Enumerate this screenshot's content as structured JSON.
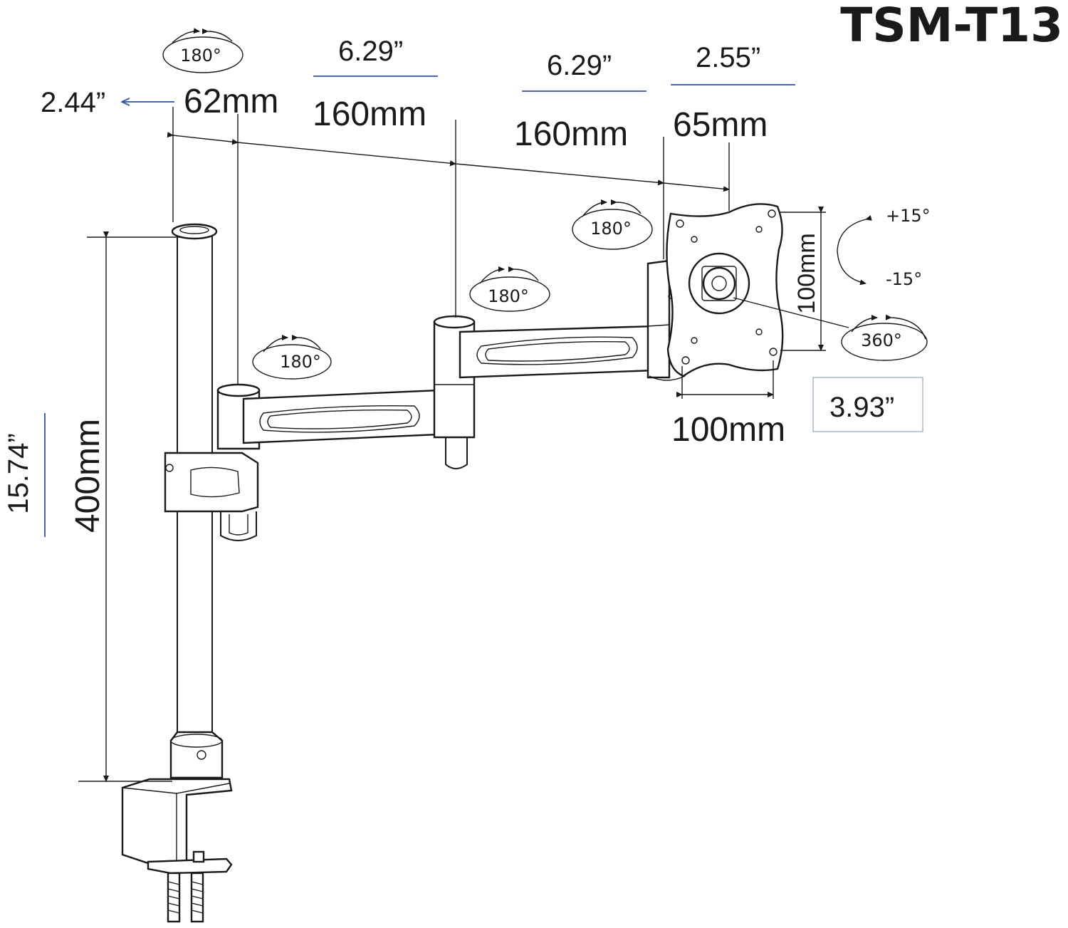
{
  "model": "TSM-T13",
  "dimensions": {
    "pole_offset_inch": "2.44”",
    "pole_offset_mm": "62mm",
    "arm1_inch": "6.29”",
    "arm1_mm": "160mm",
    "arm2_inch": "6.29”",
    "arm2_mm": "160mm",
    "head_inch": "2.55”",
    "head_mm": "65mm",
    "pole_height_inch": "15.74”",
    "pole_height_mm": "400mm",
    "vesa_width_mm": "100mm",
    "vesa_width_inch": "3.93”",
    "vesa_height_mm": "100mm"
  },
  "rotations": {
    "pole_top": "180°",
    "arm1_joint": "180°",
    "arm2_joint": "180°",
    "head_joint": "180°",
    "tilt_up": "+15°",
    "tilt_down": "-15°",
    "plate_rotation": "360°"
  },
  "colors": {
    "line": "#1a1a1a",
    "dimension_blue": "#2d55a8"
  }
}
